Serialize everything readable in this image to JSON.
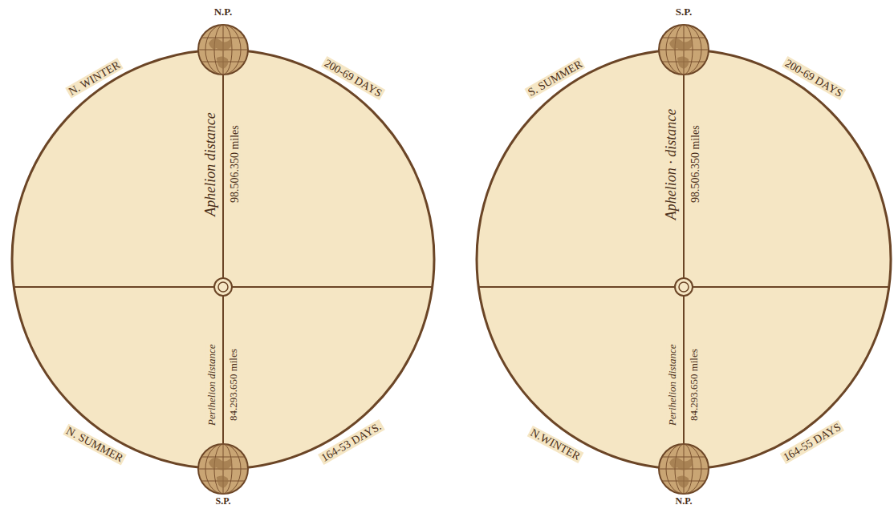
{
  "diagram": {
    "labels": [
      "N.P.",
      "N. WINTER",
      "200-69 DAYS",
      "Aphelion distance",
      "98.506.350 miles",
      "Perihelion distance",
      "84.293.650 miles",
      "N. SUMMER",
      "164-53 DAYS.",
      "S.P.",
      "S.P.",
      "S. SUMMER",
      "200-69 DAYS",
      "Aphelion · distance",
      "98.506.350 miles",
      "Perihelion distance",
      "84.293.650 miles",
      "N.WINTER",
      "164-55 DAYS",
      "N.P."
    ]
  }
}
